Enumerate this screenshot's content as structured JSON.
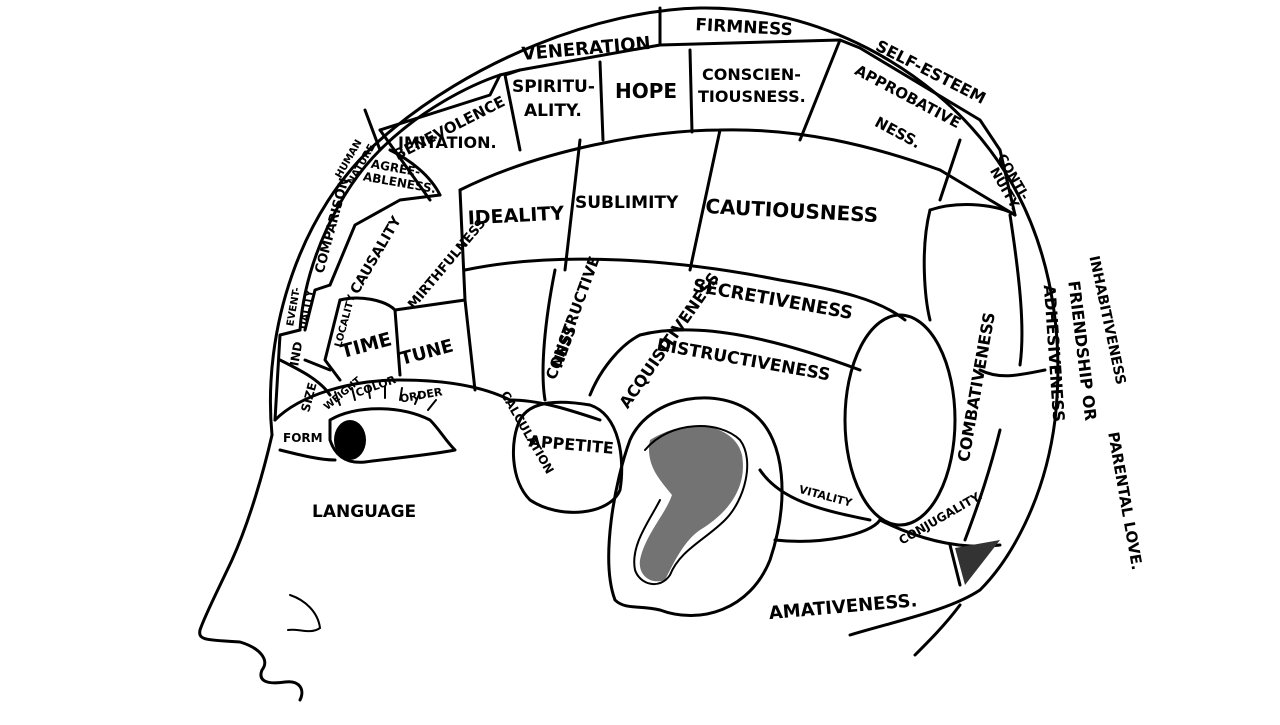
{
  "diagram": {
    "colors": {
      "ink": "#000000",
      "paper": "#ffffff"
    },
    "labels": {
      "firmness": "FIRMNESS",
      "veneration": "VENERATION",
      "benevolence": "BENEVOLENCE",
      "self_esteem": "SELF-ESTEEM",
      "spirituality_1": "SPIRITU-",
      "spirituality_2": "ALITY.",
      "hope": "HOPE",
      "conscientiousness_1": "CONSCIEN-",
      "conscientiousness_2": "TIOUSNESS.",
      "approbativeness_1": "APPROBATIVE",
      "approbativeness_2": "NESS.",
      "continuity_1": "CONTI-",
      "continuity_2": "NUITY.",
      "human_1": "HUMAN",
      "human_2": "NATURE",
      "imitation": "IMITATION.",
      "agreeableness_1": "AGREE-",
      "agreeableness_2": "ABLENESS.",
      "comparison": "COMPARISON",
      "causality": "CAUSALITY",
      "mirthfulness": "MIRTHFULNESS",
      "ideality": "IDEALITY",
      "sublimity": "SUBLIMITY",
      "cautiousness": "CAUTIOUSNESS",
      "inhabitiveness": "INHABITIVENESS",
      "friendship_1": "FRIENDSHIP OR",
      "friendship_2": "ADHESIVENESS",
      "eventuality_1": "EVENT-",
      "eventuality_2": "UALITY",
      "locality": "LOCALITY",
      "time": "TIME",
      "tune": "TUNE",
      "constructiveness_1": "CONSTRUCTIVE",
      "constructiveness_2": "NESS",
      "acquisitiveness": "ACQUISITIVENESS",
      "secretiveness": "SECRETIVENESS",
      "destructiveness": "DISTRUCTIVENESS",
      "combativeness": "COMBATIVENESS",
      "parental_love": "PARENTAL LOVE.",
      "individuality": "IND",
      "size": "SIZE",
      "weight": "WEIGHT",
      "color": "COLOR",
      "order": "ORDER",
      "calculation": "CALCULATION",
      "form": "FORM",
      "appetite": "APPETITE",
      "vitality": "VITALITY",
      "conjugality": "CONJUGALITY.",
      "language": "LANGUAGE",
      "amativeness": "AMATIVENESS."
    }
  }
}
